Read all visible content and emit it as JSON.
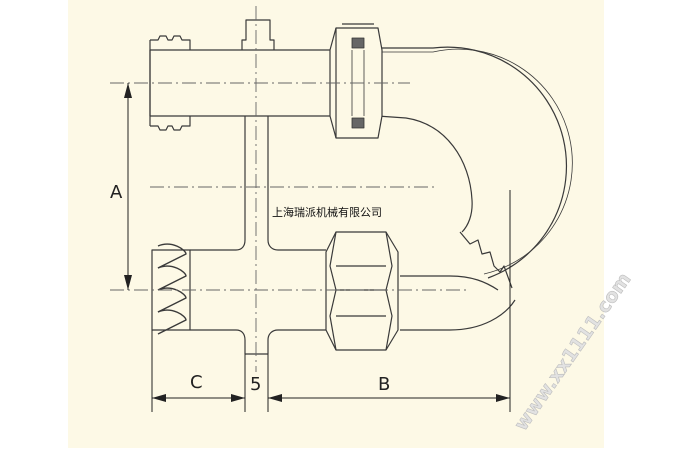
{
  "colors": {
    "panel": "#fdf9e6",
    "background": "#ffffff",
    "outline": "#3a3a3a",
    "centerline": "#666666",
    "seal": "#555555",
    "watermark": "#d9d9d9"
  },
  "labels": {
    "dim_a": "A",
    "dim_b": "B",
    "dim_c": "C",
    "dim_gap": "5",
    "company": "上海瑞派机械有限公司",
    "watermark": "www.xx1111.com"
  }
}
